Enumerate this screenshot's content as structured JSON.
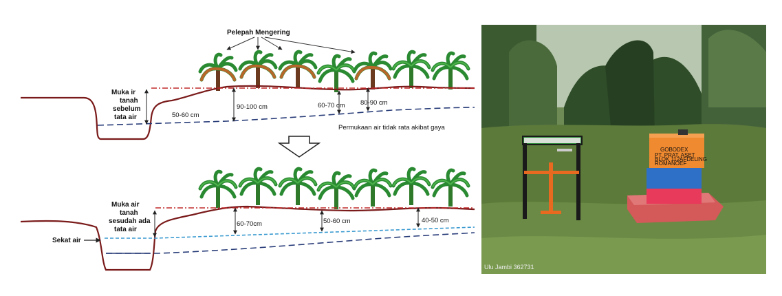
{
  "diagram": {
    "top_label": "Pelepah Mengering",
    "before": {
      "water_table_label": [
        "Muka ir",
        "tanah",
        "sebelum",
        "tata air"
      ],
      "depths": [
        "50-60 cm",
        "90-100 cm",
        "60-70 cm",
        "80-90 cm"
      ],
      "surface_note": "Permukaan air tidak rata akibat gaya"
    },
    "after": {
      "water_table_label": [
        "Muka air",
        "tanah",
        "sesudah ada",
        "tata air"
      ],
      "barrier_label": "Sekat air",
      "depths": [
        "60-70cm",
        "50-60 cm",
        "40-50 cm"
      ]
    }
  },
  "photo": {
    "sign_lines": [
      "GOBODEX",
      "PT. PRAT. ASET",
      "BLOK 112",
      "AFDELING",
      "ROMANOEF"
    ],
    "watermark": "Ulu Jambi 362731"
  },
  "colors": {
    "soil": "#7a1a1a",
    "palm_trunk": "#3a8a2a",
    "palm_dead": "#8a4a2a",
    "water_dash": "#283c78",
    "water_blue": "#3a9ad0",
    "redline": "#c0282a"
  }
}
